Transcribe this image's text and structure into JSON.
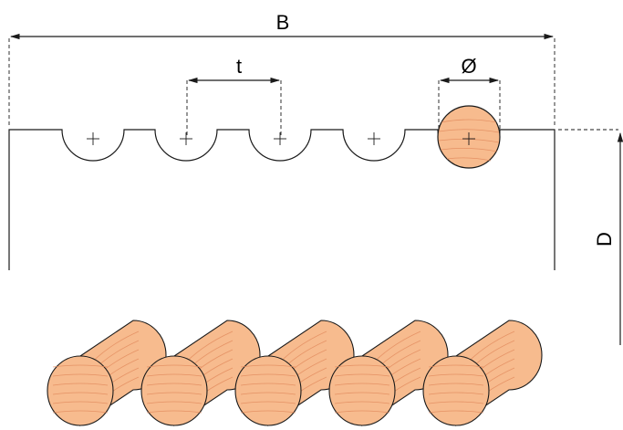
{
  "labels": {
    "overall_width": "B",
    "pitch": "t",
    "diameter": "Ø",
    "depth": "D"
  },
  "colors": {
    "wood_fill": "#f7bb8e",
    "wood_grain": "#e0875a",
    "wood_outline": "#1a1a1a",
    "line": "#1a1a1a"
  },
  "profile": {
    "groove_count": 5,
    "filled_groove_index": 4
  },
  "rods": {
    "count": 5
  }
}
